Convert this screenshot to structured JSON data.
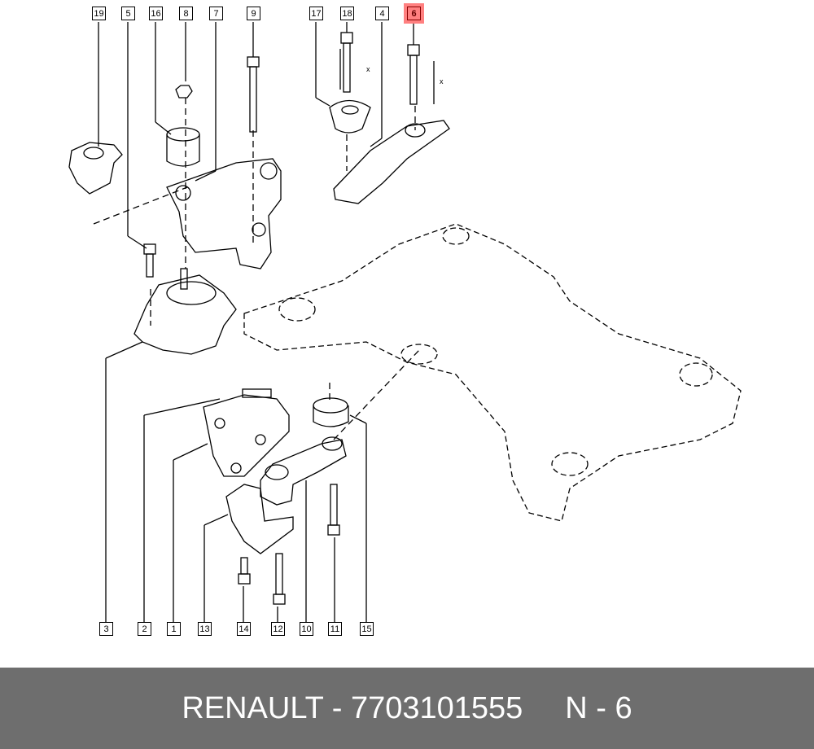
{
  "callouts_top": [
    {
      "label": "19",
      "highlighted": false
    },
    {
      "label": "5",
      "highlighted": false
    },
    {
      "label": "16",
      "highlighted": false
    },
    {
      "label": "8",
      "highlighted": false
    },
    {
      "label": "7",
      "highlighted": false
    },
    {
      "label": "9",
      "highlighted": false
    },
    {
      "label": "17",
      "highlighted": false
    },
    {
      "label": "18",
      "highlighted": false
    },
    {
      "label": "4",
      "highlighted": false
    },
    {
      "label": "6",
      "highlighted": true
    }
  ],
  "callouts_bottom": [
    {
      "label": "3"
    },
    {
      "label": "2"
    },
    {
      "label": "1"
    },
    {
      "label": "13"
    },
    {
      "label": "14"
    },
    {
      "label": "12"
    },
    {
      "label": "10"
    },
    {
      "label": "11"
    },
    {
      "label": "15"
    }
  ],
  "dimension_labels": [
    "x",
    "x"
  ],
  "footer": {
    "brand": "RENAULT - 7703101555",
    "ref": "N - 6"
  },
  "colors": {
    "highlight": "#ff8080",
    "footer_bg": "#6e6e6e"
  }
}
